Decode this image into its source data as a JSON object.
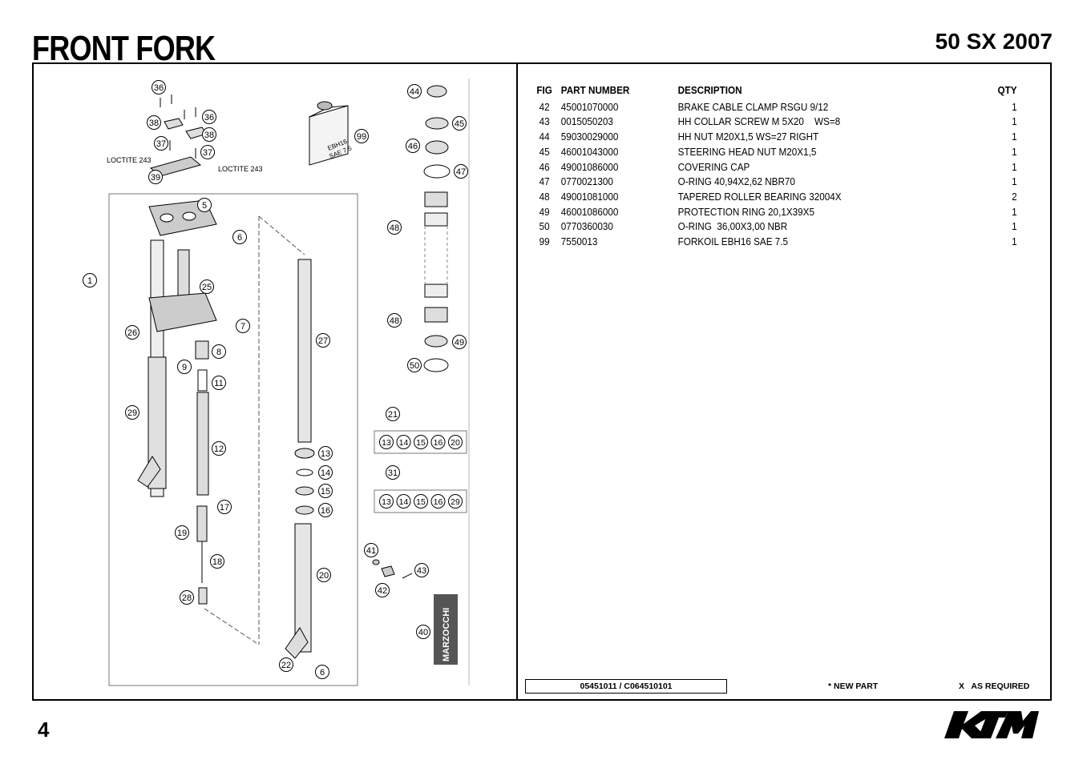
{
  "header": {
    "title": "FRONT FORK",
    "model": "50 SX 2007"
  },
  "diagram": {
    "loctite_label": "LOCTITE 243",
    "oil_label_line1": "EBH16",
    "oil_label_line2": "SAE 7.5",
    "brand_label": "MARZOCCHI",
    "callouts": [
      "1",
      "5",
      "6",
      "7",
      "8",
      "9",
      "11",
      "12",
      "13",
      "14",
      "15",
      "16",
      "17",
      "18",
      "19",
      "20",
      "21",
      "22",
      "25",
      "26",
      "27",
      "28",
      "29",
      "31",
      "36",
      "37",
      "38",
      "39",
      "40",
      "41",
      "42",
      "43",
      "44",
      "45",
      "46",
      "47",
      "48",
      "49",
      "50",
      "99"
    ],
    "group_21": [
      "13",
      "14",
      "15",
      "16",
      "20"
    ],
    "group_31": [
      "13",
      "14",
      "15",
      "16",
      "29"
    ]
  },
  "parts_table": {
    "headers": {
      "fig": "FIG",
      "part_number": "PART NUMBER",
      "description": "DESCRIPTION",
      "qty": "QTY"
    },
    "rows": [
      {
        "fig": "42",
        "part_number": "45001070000",
        "description": "BRAKE CABLE CLAMP RSGU 9/12",
        "qty": "1"
      },
      {
        "fig": "43",
        "part_number": "0015050203",
        "description": "HH COLLAR SCREW M 5X20    WS=8",
        "qty": "1"
      },
      {
        "fig": "44",
        "part_number": "59030029000",
        "description": "HH NUT M20X1,5 WS=27 RIGHT",
        "qty": "1"
      },
      {
        "fig": "45",
        "part_number": "46001043000",
        "description": "STEERING HEAD NUT M20X1,5",
        "qty": "1"
      },
      {
        "fig": "46",
        "part_number": "49001086000",
        "description": "COVERING CAP",
        "qty": "1"
      },
      {
        "fig": "47",
        "part_number": "0770021300",
        "description": "O-RING 40,94X2,62 NBR70",
        "qty": "1"
      },
      {
        "fig": "48",
        "part_number": "49001081000",
        "description": "TAPERED ROLLER BEARING 32004X",
        "qty": "2"
      },
      {
        "fig": "49",
        "part_number": "46001086000",
        "description": "PROTECTION RING 20,1X39X5",
        "qty": "1"
      },
      {
        "fig": "50",
        "part_number": "0770360030",
        "description": "O-RING  36,00X3,00 NBR",
        "qty": "1"
      },
      {
        "fig": "99",
        "part_number": "7550013",
        "description": "FORKOIL EBH16 SAE 7.5",
        "qty": "1"
      }
    ]
  },
  "footer": {
    "ref_numbers": "05451011 / C064510101",
    "new_part_note": "* NEW PART",
    "as_required_note": "X   AS REQUIRED",
    "page_number": "4",
    "brand_logo": "KTM"
  }
}
